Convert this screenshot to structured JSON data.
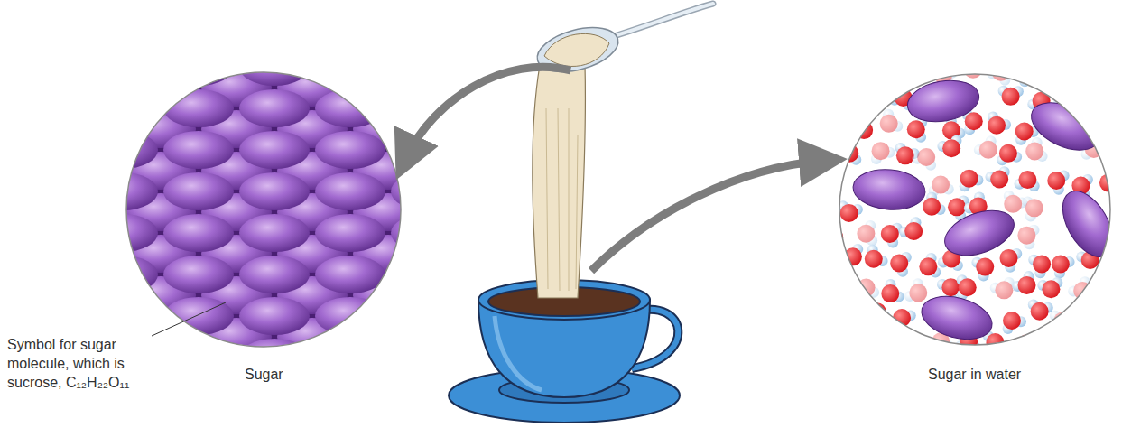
{
  "diagram": {
    "labels": [
      "Symbol for sugar molecule, which is sucrose, C₁₂H₂₂O₁₁",
      "Sugar",
      "Sugar in water"
    ]
  }
}
